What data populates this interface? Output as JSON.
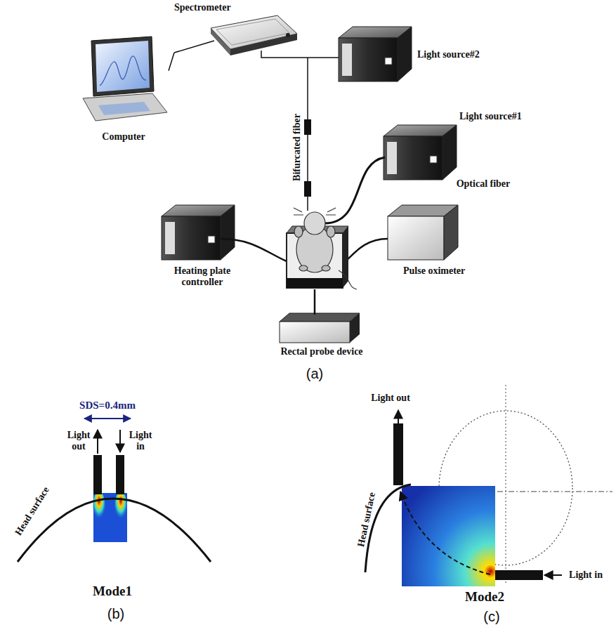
{
  "diagram": {
    "nodes": [
      {
        "text": [
          "Spectrometer"
        ]
      },
      {
        "text": [
          "Computer"
        ]
      },
      {
        "text": [
          "Light source#2"
        ]
      },
      {
        "text": [
          "Light source#1"
        ]
      },
      {
        "text": [
          "Heating plate controller"
        ]
      },
      {
        "text": [
          "Pulse oximeter"
        ]
      },
      {
        "text": [
          "Rectal probe device"
        ]
      }
    ],
    "edges": [
      {
        "from": 1,
        "to": 0,
        "arrow": "none"
      }
    ],
    "labels": [
      "Bifurcated fiber",
      "Optical fiber",
      "(a)",
      "SDS=0.4mm",
      "Light out",
      "Light in",
      "Head surface",
      "Mode1",
      "(b)",
      "Light out",
      "Light in",
      "Head surface",
      "Mode2",
      "(c)"
    ]
  }
}
